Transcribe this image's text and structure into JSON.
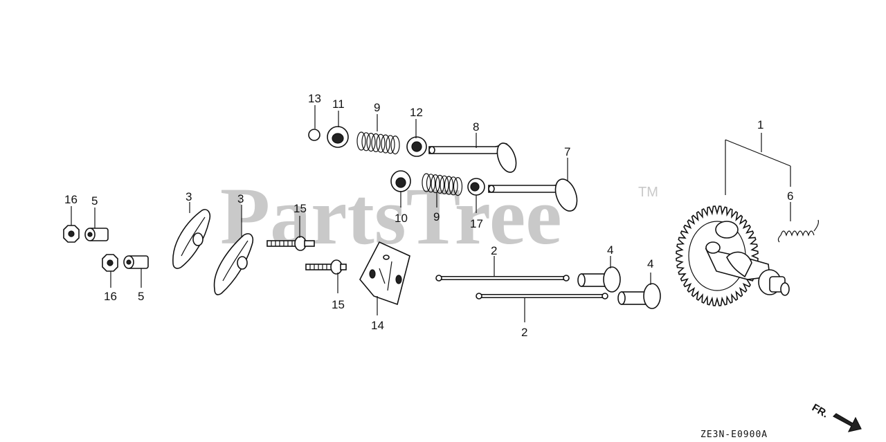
{
  "watermark": {
    "text": "PartsTree",
    "tm": "TM"
  },
  "diagram_code": "ZE3N-E0900A",
  "direction_label": "FR.",
  "callouts": [
    {
      "id": "c1",
      "text": "1"
    },
    {
      "id": "c2a",
      "text": "2"
    },
    {
      "id": "c2b",
      "text": "2"
    },
    {
      "id": "c3a",
      "text": "3"
    },
    {
      "id": "c3b",
      "text": "3"
    },
    {
      "id": "c4a",
      "text": "4"
    },
    {
      "id": "c4b",
      "text": "4"
    },
    {
      "id": "c5a",
      "text": "5"
    },
    {
      "id": "c5b",
      "text": "5"
    },
    {
      "id": "c6",
      "text": "6"
    },
    {
      "id": "c7",
      "text": "7"
    },
    {
      "id": "c8",
      "text": "8"
    },
    {
      "id": "c9a",
      "text": "9"
    },
    {
      "id": "c9b",
      "text": "9"
    },
    {
      "id": "c10",
      "text": "10"
    },
    {
      "id": "c11",
      "text": "11"
    },
    {
      "id": "c12",
      "text": "12"
    },
    {
      "id": "c13",
      "text": "13"
    },
    {
      "id": "c14",
      "text": "14"
    },
    {
      "id": "c15a",
      "text": "15"
    },
    {
      "id": "c15b",
      "text": "15"
    },
    {
      "id": "c16a",
      "text": "16"
    },
    {
      "id": "c16b",
      "text": "16"
    },
    {
      "id": "c17",
      "text": "17"
    }
  ]
}
